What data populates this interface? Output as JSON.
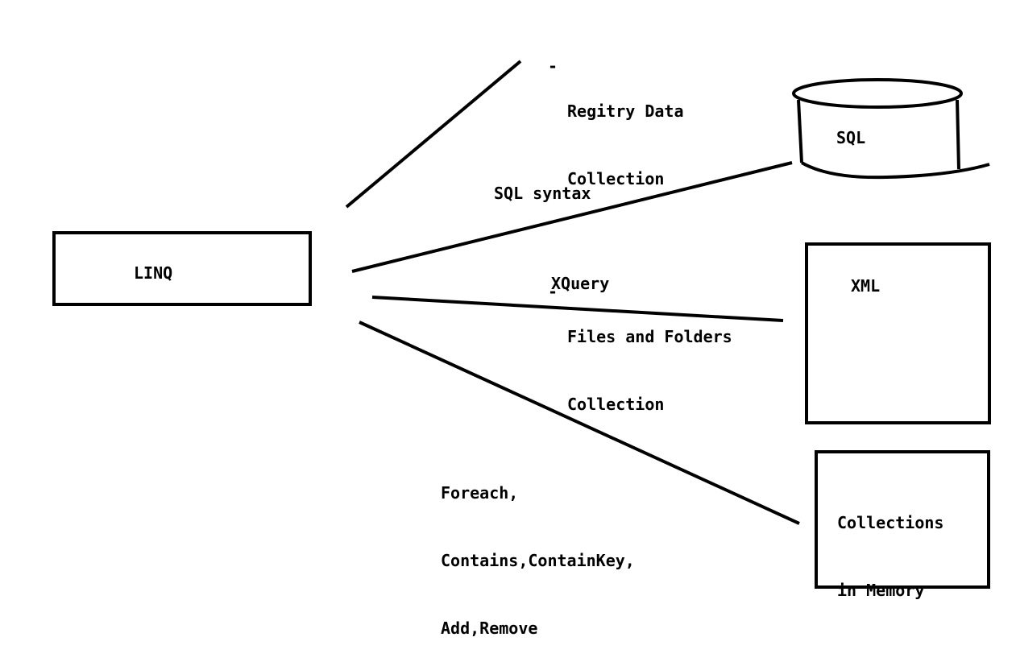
{
  "nodes": {
    "linq": "LINQ",
    "sql": "SQL",
    "xml": "XML",
    "collections": [
      "Collections",
      "in Memory"
    ]
  },
  "edges": {
    "sql_syntax": "SQL syntax",
    "xquery": "XQuery",
    "collection_ops": [
      "Foreach,",
      "Contains,ContainKey,",
      "Add,Remove"
    ]
  },
  "other_sources": [
    {
      "dash": "-",
      "lines": [
        "Regitry Data",
        "Collection"
      ]
    },
    {
      "dash": "-",
      "lines": [
        "Files and Folders",
        "Collection"
      ]
    }
  ]
}
